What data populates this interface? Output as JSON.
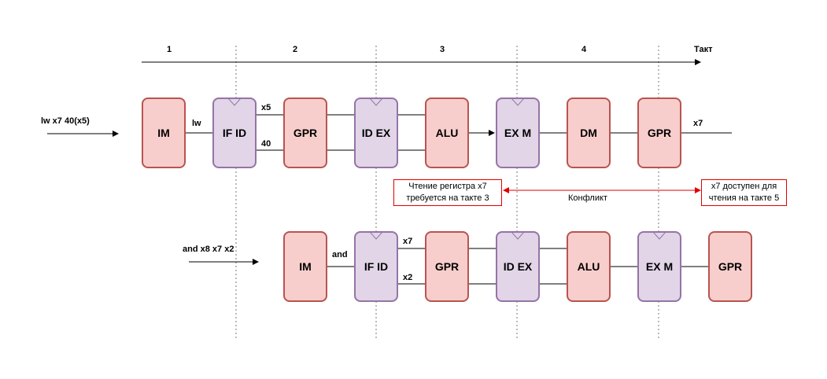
{
  "cycles": {
    "label": "Такт",
    "numbers": [
      "1",
      "2",
      "3",
      "4"
    ]
  },
  "instr1": {
    "text": "lw x7 40(x5)",
    "im": "IM",
    "if_id": "IF ID",
    "gpr": "GPR",
    "id_ex": "ID EX",
    "alu": "ALU",
    "ex_m": "EX M",
    "dm": "DM",
    "gpr_wb": "GPR",
    "wire_lw": "lw",
    "wire_rs1": "x5",
    "wire_imm": "40",
    "wire_out": "x7"
  },
  "instr2": {
    "text": "and x8 x7 x2",
    "im": "IM",
    "if_id": "IF ID",
    "gpr": "GPR",
    "id_ex": "ID EX",
    "alu": "ALU",
    "ex_m": "EX M",
    "gpr_wb": "GPR",
    "wire_and": "and",
    "wire_rs1": "x7",
    "wire_rs2": "x2"
  },
  "conflict": {
    "label": "Конфликт",
    "left_note": [
      "Чтение регистра x7",
      "требуется на такте 3"
    ],
    "right_note": [
      "x7 доступен для",
      "чтения на такте 5"
    ],
    "color": "#e00000"
  },
  "colors": {
    "unit_fill": "#f8cecc",
    "unit_border": "#b85450",
    "latch_fill": "#e1d5e7",
    "latch_border": "#9673a6"
  }
}
